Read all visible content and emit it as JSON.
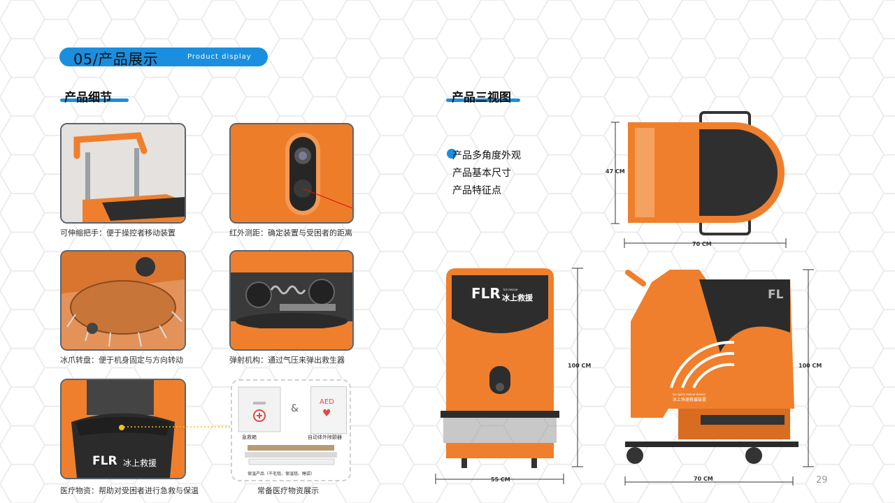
{
  "header": {
    "title": "05/产品展示",
    "subtitle": "Product display"
  },
  "details": {
    "title": "产品细节",
    "items": [
      {
        "caption": "可伸缩把手：便于操控者移动装置"
      },
      {
        "caption": "红外测距：确定装置与受困者的距离"
      },
      {
        "caption": "冰爪转盘：便于机身固定与方向转动"
      },
      {
        "caption": "弹射机构：通过气压来弹出救生器"
      },
      {
        "caption": "医疗物资：帮助对受困者进行急救与保温"
      },
      {
        "caption": "常备医疗物资展示"
      }
    ],
    "supplies": {
      "first_aid": "急救箱",
      "amp": "&",
      "aed_label": "AED",
      "aed_caption": "自动体外除颤器",
      "blanket_caption": "保温产品（干毛毯、保温毯、睡袋）"
    }
  },
  "views": {
    "title": "产品三视图",
    "features": [
      "产品多角度外观",
      "产品基本尺寸",
      "产品特征点"
    ],
    "dims": {
      "top_h": "47 CM",
      "top_w": "70 CM",
      "front_h": "100 CM",
      "front_w": "55 CM",
      "side_h": "100 CM",
      "side_w": "70 CM"
    },
    "brand": "FLR",
    "brand_small": "Ice rescue",
    "brand_cn": "冰上救援",
    "side_brand": "FL",
    "side_tag_en": "Ice quick rescue device",
    "side_tag_cn": "冰上快速救援装置"
  },
  "page_number": "29",
  "colors": {
    "accent": "#1a8fe0",
    "product_orange": "#ef7f2c",
    "dark": "#2b2b2b"
  }
}
